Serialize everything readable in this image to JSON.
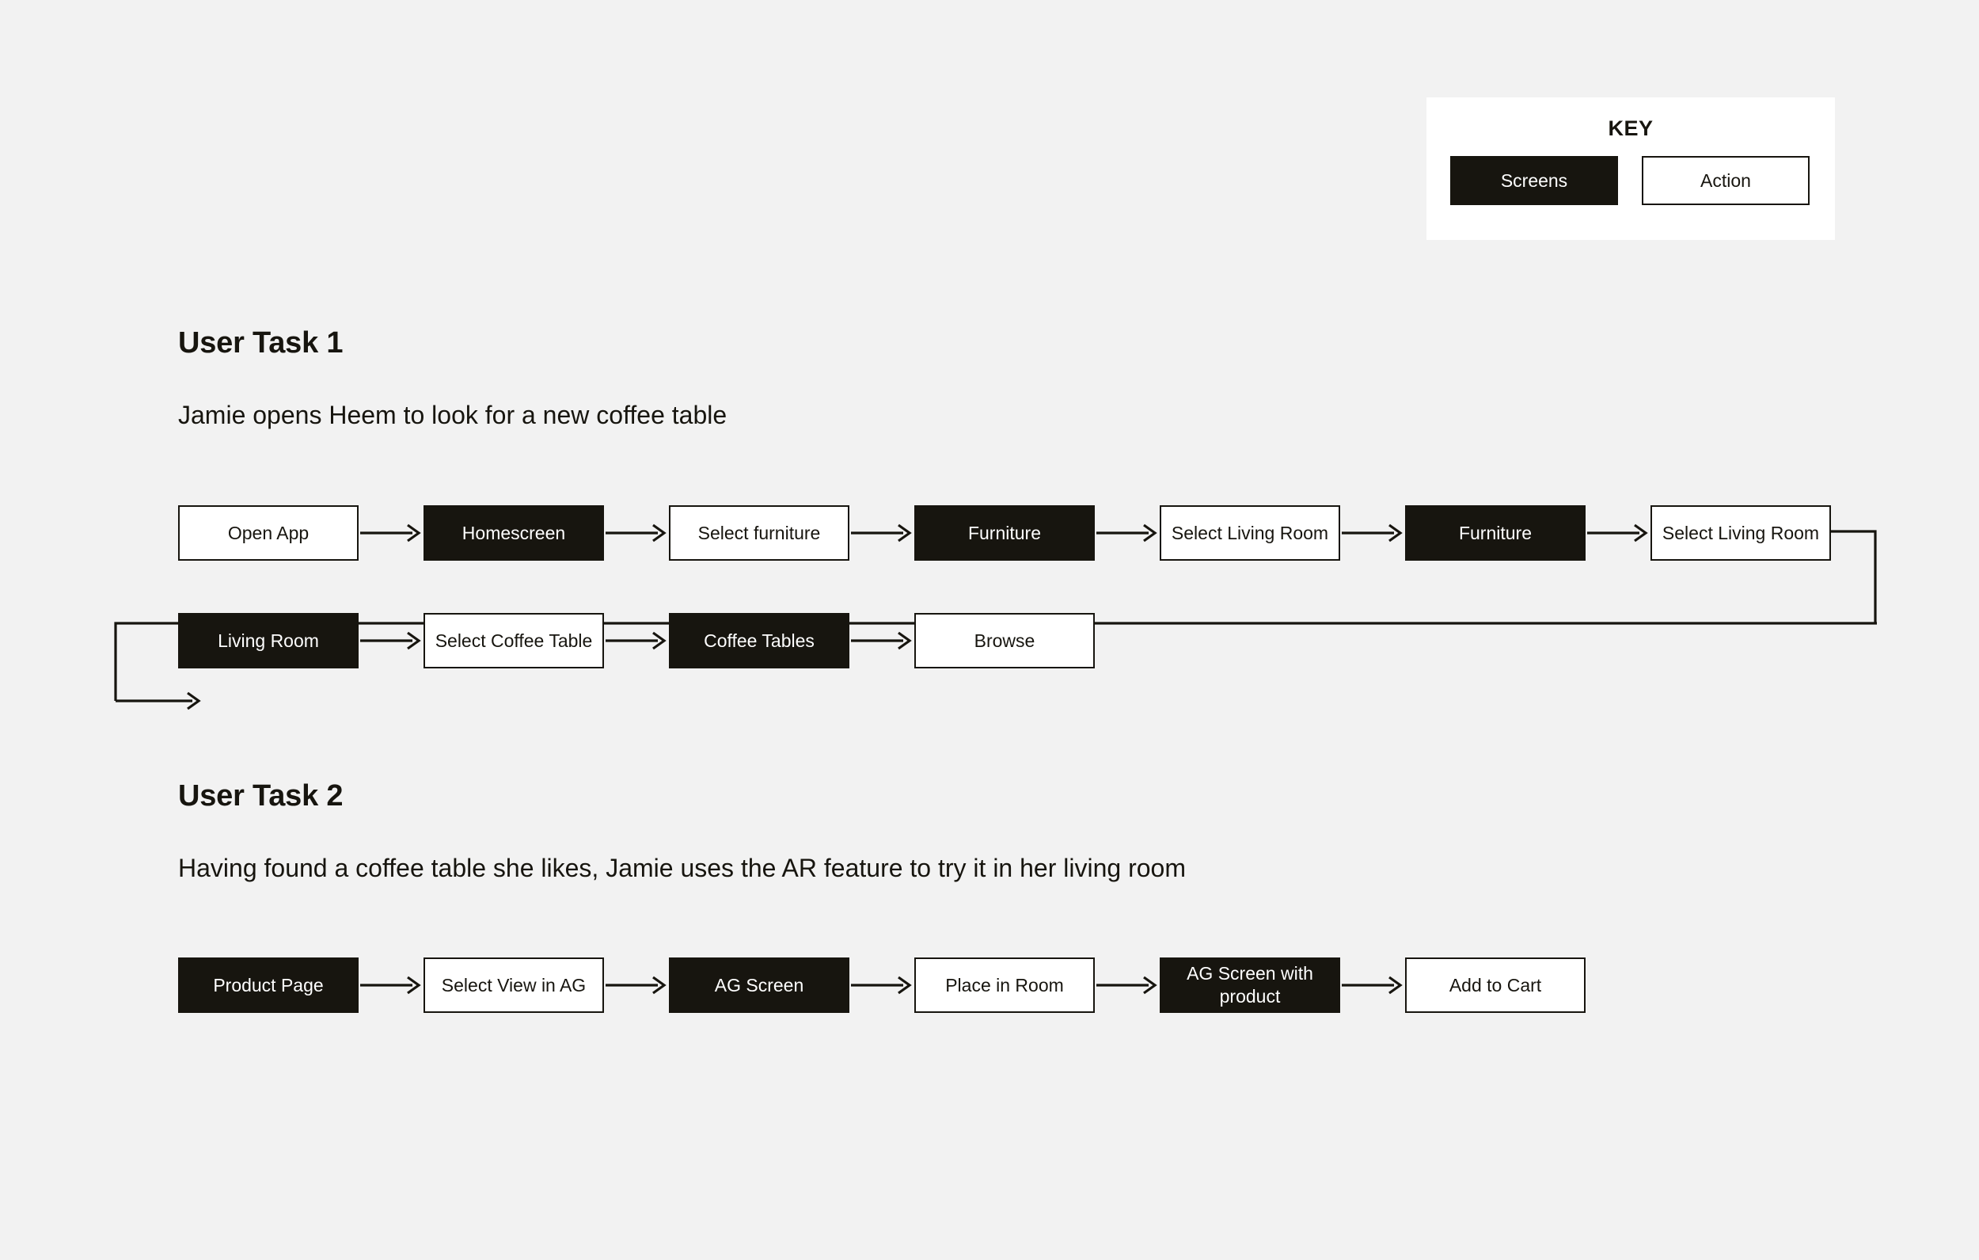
{
  "page": {
    "background_color": "#f2f2f2",
    "ink_color": "#17150f",
    "surface_color": "#ffffff"
  },
  "key": {
    "title": "KEY",
    "screens_label": "Screens",
    "action_label": "Action",
    "screens_color": "#17150f",
    "action_color": "#ffffff"
  },
  "tasks": [
    {
      "title": "User Task 1",
      "description": "Jamie opens Heem to look for a new coffee table",
      "rows": [
        {
          "nodes": [
            {
              "label": "Open App",
              "type": "action"
            },
            {
              "label": "Homescreen",
              "type": "screen"
            },
            {
              "label": "Select furniture",
              "type": "action"
            },
            {
              "label": "Furniture",
              "type": "screen"
            },
            {
              "label": "Select Living Room",
              "type": "action"
            },
            {
              "label": "Furniture",
              "type": "screen"
            },
            {
              "label": "Select Living Room",
              "type": "action"
            }
          ]
        },
        {
          "nodes": [
            {
              "label": "Living Room",
              "type": "screen"
            },
            {
              "label": "Select Coffee Table",
              "type": "action"
            },
            {
              "label": "Coffee Tables",
              "type": "screen"
            },
            {
              "label": "Browse",
              "type": "action"
            }
          ]
        }
      ]
    },
    {
      "title": "User Task 2",
      "description": "Having found a coffee table she likes, Jamie uses the AR feature to try it in her living room",
      "rows": [
        {
          "nodes": [
            {
              "label": "Product Page",
              "type": "screen"
            },
            {
              "label": "Select View in AG",
              "type": "action"
            },
            {
              "label": "AG Screen",
              "type": "screen"
            },
            {
              "label": "Place in Room",
              "type": "action"
            },
            {
              "label": "AG Screen with product",
              "type": "screen"
            },
            {
              "label": "Add to Cart",
              "type": "action"
            }
          ]
        }
      ]
    }
  ]
}
